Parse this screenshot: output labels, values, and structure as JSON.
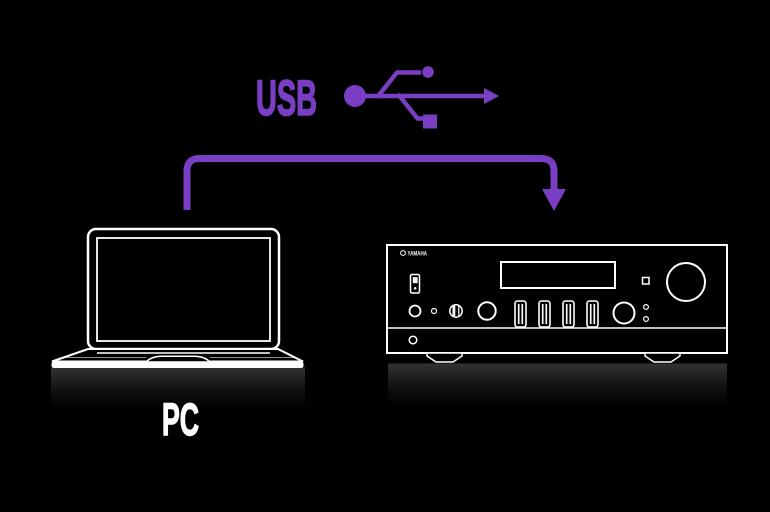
{
  "diagram": {
    "background_color": "#000000",
    "line_color": "#ffffff",
    "accent_color": "#7A3EC4",
    "usb_label": "USB",
    "pc_label": "PC",
    "receiver_brand": "YAMAHA"
  }
}
